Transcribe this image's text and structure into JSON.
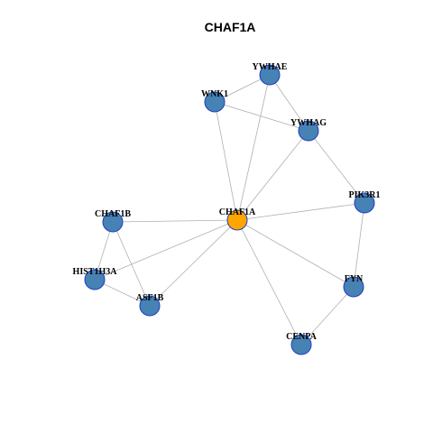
{
  "title": "CHAF1A",
  "colors": {
    "node_fill": "#4682b4",
    "center_fill": "#ffa500",
    "node_stroke": "#1f3fbf",
    "edge": "#b0b0b0"
  },
  "graph": {
    "nodes": [
      {
        "id": "CHAF1A",
        "label": "CHAF1A",
        "center": true
      },
      {
        "id": "YWHAE",
        "label": "YWHAE"
      },
      {
        "id": "WNK1",
        "label": "WNK1"
      },
      {
        "id": "YWHAG",
        "label": "YWHAG"
      },
      {
        "id": "PIK3R1",
        "label": "PIK3R1"
      },
      {
        "id": "CHAF1B",
        "label": "CHAF1B"
      },
      {
        "id": "HIST1H3A",
        "label": "HIST1H3A"
      },
      {
        "id": "ASF1B",
        "label": "ASF1B"
      },
      {
        "id": "FYN",
        "label": "FYN"
      },
      {
        "id": "CENPA",
        "label": "CENPA"
      }
    ],
    "edges": [
      [
        "CHAF1A",
        "YWHAE"
      ],
      [
        "CHAF1A",
        "WNK1"
      ],
      [
        "CHAF1A",
        "YWHAG"
      ],
      [
        "CHAF1A",
        "PIK3R1"
      ],
      [
        "CHAF1A",
        "CHAF1B"
      ],
      [
        "CHAF1A",
        "HIST1H3A"
      ],
      [
        "CHAF1A",
        "ASF1B"
      ],
      [
        "CHAF1A",
        "FYN"
      ],
      [
        "CHAF1A",
        "CENPA"
      ],
      [
        "YWHAE",
        "WNK1"
      ],
      [
        "YWHAE",
        "YWHAG"
      ],
      [
        "WNK1",
        "YWHAG"
      ],
      [
        "YWHAG",
        "PIK3R1"
      ],
      [
        "PIK3R1",
        "FYN"
      ],
      [
        "FYN",
        "CENPA"
      ],
      [
        "CHAF1B",
        "HIST1H3A"
      ],
      [
        "CHAF1B",
        "ASF1B"
      ],
      [
        "HIST1H3A",
        "ASF1B"
      ]
    ]
  }
}
